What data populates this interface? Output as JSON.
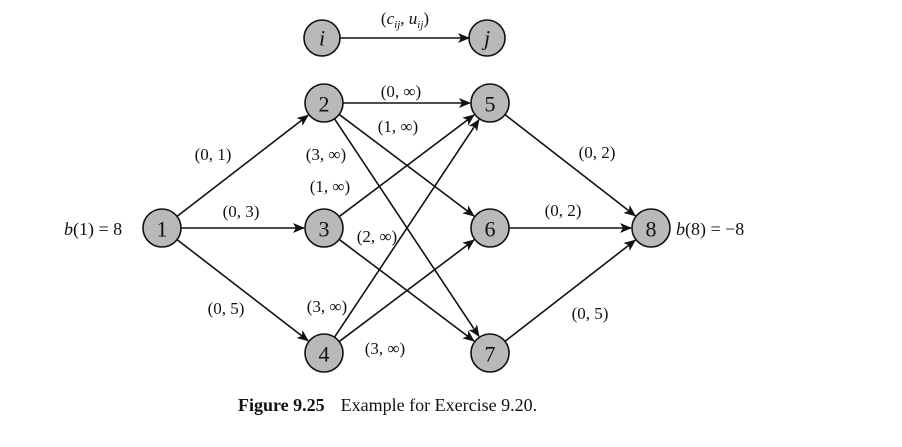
{
  "legend": {
    "from": "i",
    "to": "j",
    "label": "(c_ij, u_ij)",
    "label_parts": {
      "open": "(",
      "c": "c",
      "c_sub": "ij",
      "sep": ", ",
      "u": "u",
      "u_sub": "ij",
      "close": ")"
    }
  },
  "nodes": [
    {
      "id": "1",
      "label": "1"
    },
    {
      "id": "2",
      "label": "2"
    },
    {
      "id": "3",
      "label": "3"
    },
    {
      "id": "4",
      "label": "4"
    },
    {
      "id": "5",
      "label": "5"
    },
    {
      "id": "6",
      "label": "6"
    },
    {
      "id": "7",
      "label": "7"
    },
    {
      "id": "8",
      "label": "8"
    }
  ],
  "edges": [
    {
      "from": "1",
      "to": "2",
      "label": "(0, 1)"
    },
    {
      "from": "1",
      "to": "3",
      "label": "(0, 3)"
    },
    {
      "from": "1",
      "to": "4",
      "label": "(0, 5)"
    },
    {
      "from": "2",
      "to": "5",
      "label": "(0, ∞)"
    },
    {
      "from": "2",
      "to": "6",
      "label": "(1, ∞)"
    },
    {
      "from": "2",
      "to": "7",
      "label": "(3, ∞)"
    },
    {
      "from": "3",
      "to": "5",
      "label": "(1, ∞)"
    },
    {
      "from": "3",
      "to": "7",
      "label": "(2, ∞)"
    },
    {
      "from": "4",
      "to": "5",
      "label": "(3, ∞)"
    },
    {
      "from": "4",
      "to": "6",
      "label": "(3, ∞)"
    },
    {
      "from": "5",
      "to": "8",
      "label": "(0, 2)"
    },
    {
      "from": "6",
      "to": "8",
      "label": "(0, 2)"
    },
    {
      "from": "7",
      "to": "8",
      "label": "(0, 5)"
    }
  ],
  "supplies": {
    "node1": {
      "prefix": "b",
      "arg": "(1) = 8"
    },
    "node8": {
      "prefix": "b",
      "arg": "(8) = −8"
    }
  },
  "caption": {
    "number": "Figure 9.25",
    "text": "Example for Exercise 9.20."
  },
  "colors": {
    "node_fill": "#b9b9b9",
    "stroke": "#111111"
  }
}
